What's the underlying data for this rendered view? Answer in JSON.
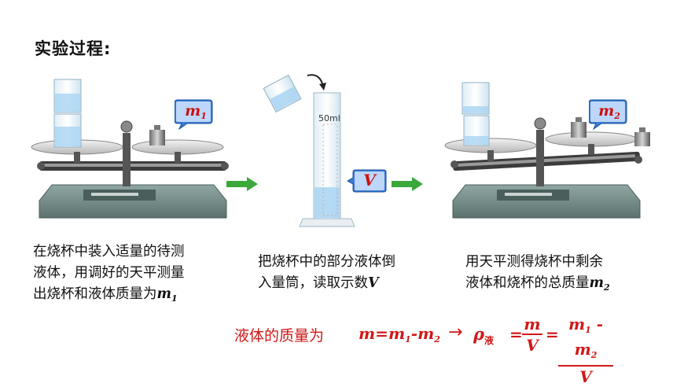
{
  "title": "实验过程:",
  "step1": {
    "caption_line1": "在烧杯中装入适量的待测",
    "caption_line2": "液体，用调好的天平测量",
    "caption_line3_pre": "出烧杯和液体质量为",
    "var": "m",
    "var_sub": "1",
    "tag": "m",
    "tag_sub": "1"
  },
  "step2": {
    "caption_line1": "把烧杯中的部分液体倒",
    "caption_line2_pre": "入量筒，读取示数",
    "var": "V",
    "tag": "V",
    "cylinder_label": "50ml"
  },
  "step3": {
    "caption_line1": "用天平测得烧杯中剩余",
    "caption_line2_pre": "液体和烧杯的总质量",
    "var": "m",
    "var_sub": "2",
    "tag": "m",
    "tag_sub": "2"
  },
  "formula": {
    "label": "液体的质量为",
    "m": "m",
    "eq": "=",
    "m1": "m",
    "m1_sub": "1",
    "minus": "-",
    "m2": "m",
    "m2_sub": "2",
    "arrow": "→",
    "rho": "ρ",
    "rho_sub": "液",
    "frac1_num": "m",
    "frac1_den": "V",
    "frac2_num_a": "m",
    "frac2_num_a_sub": "1",
    "frac2_num_minus": " -",
    "frac2_num_b": "m",
    "frac2_num_b_sub": "2",
    "frac2_den": "V"
  },
  "colors": {
    "accent_red": "#d01818",
    "arrow_green": "#3aa83a",
    "tag_blue": "#2f6fd0",
    "balance_base": "#6f8a86",
    "liquid_blue": "#a9d4f2"
  }
}
